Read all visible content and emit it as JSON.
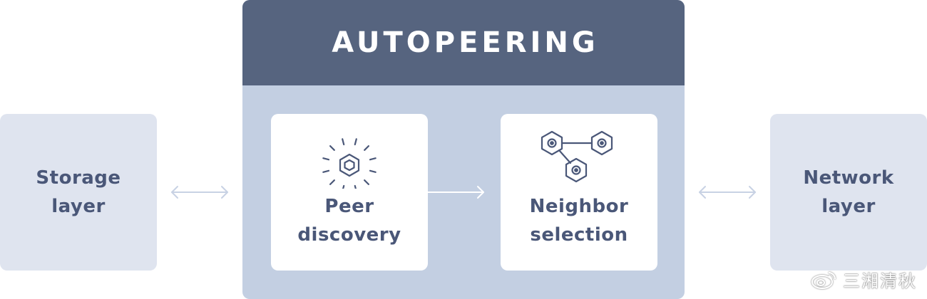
{
  "diagram": {
    "title": "AUTOPEERING",
    "storage_layer": {
      "line1": "Storage",
      "line2": "layer"
    },
    "network_layer": {
      "line1": "Network",
      "line2": "layer"
    },
    "peer_discovery": {
      "line1": "Peer",
      "line2": "discovery",
      "icon": "hexagon-burst-icon"
    },
    "neighbor_selection": {
      "line1": "Neighbor",
      "line2": "selection",
      "icon": "connected-hexagons-icon"
    }
  },
  "watermark": {
    "text": "三湘清秋",
    "icon": "weibo-icon"
  },
  "colors": {
    "header": "#56647f",
    "autopeering_bg": "#c3cfe2",
    "side_box": "#dfe4ef",
    "text": "#4a5778",
    "arrow_light": "#c8d2e4",
    "arrow_dark": "#ffffff"
  }
}
